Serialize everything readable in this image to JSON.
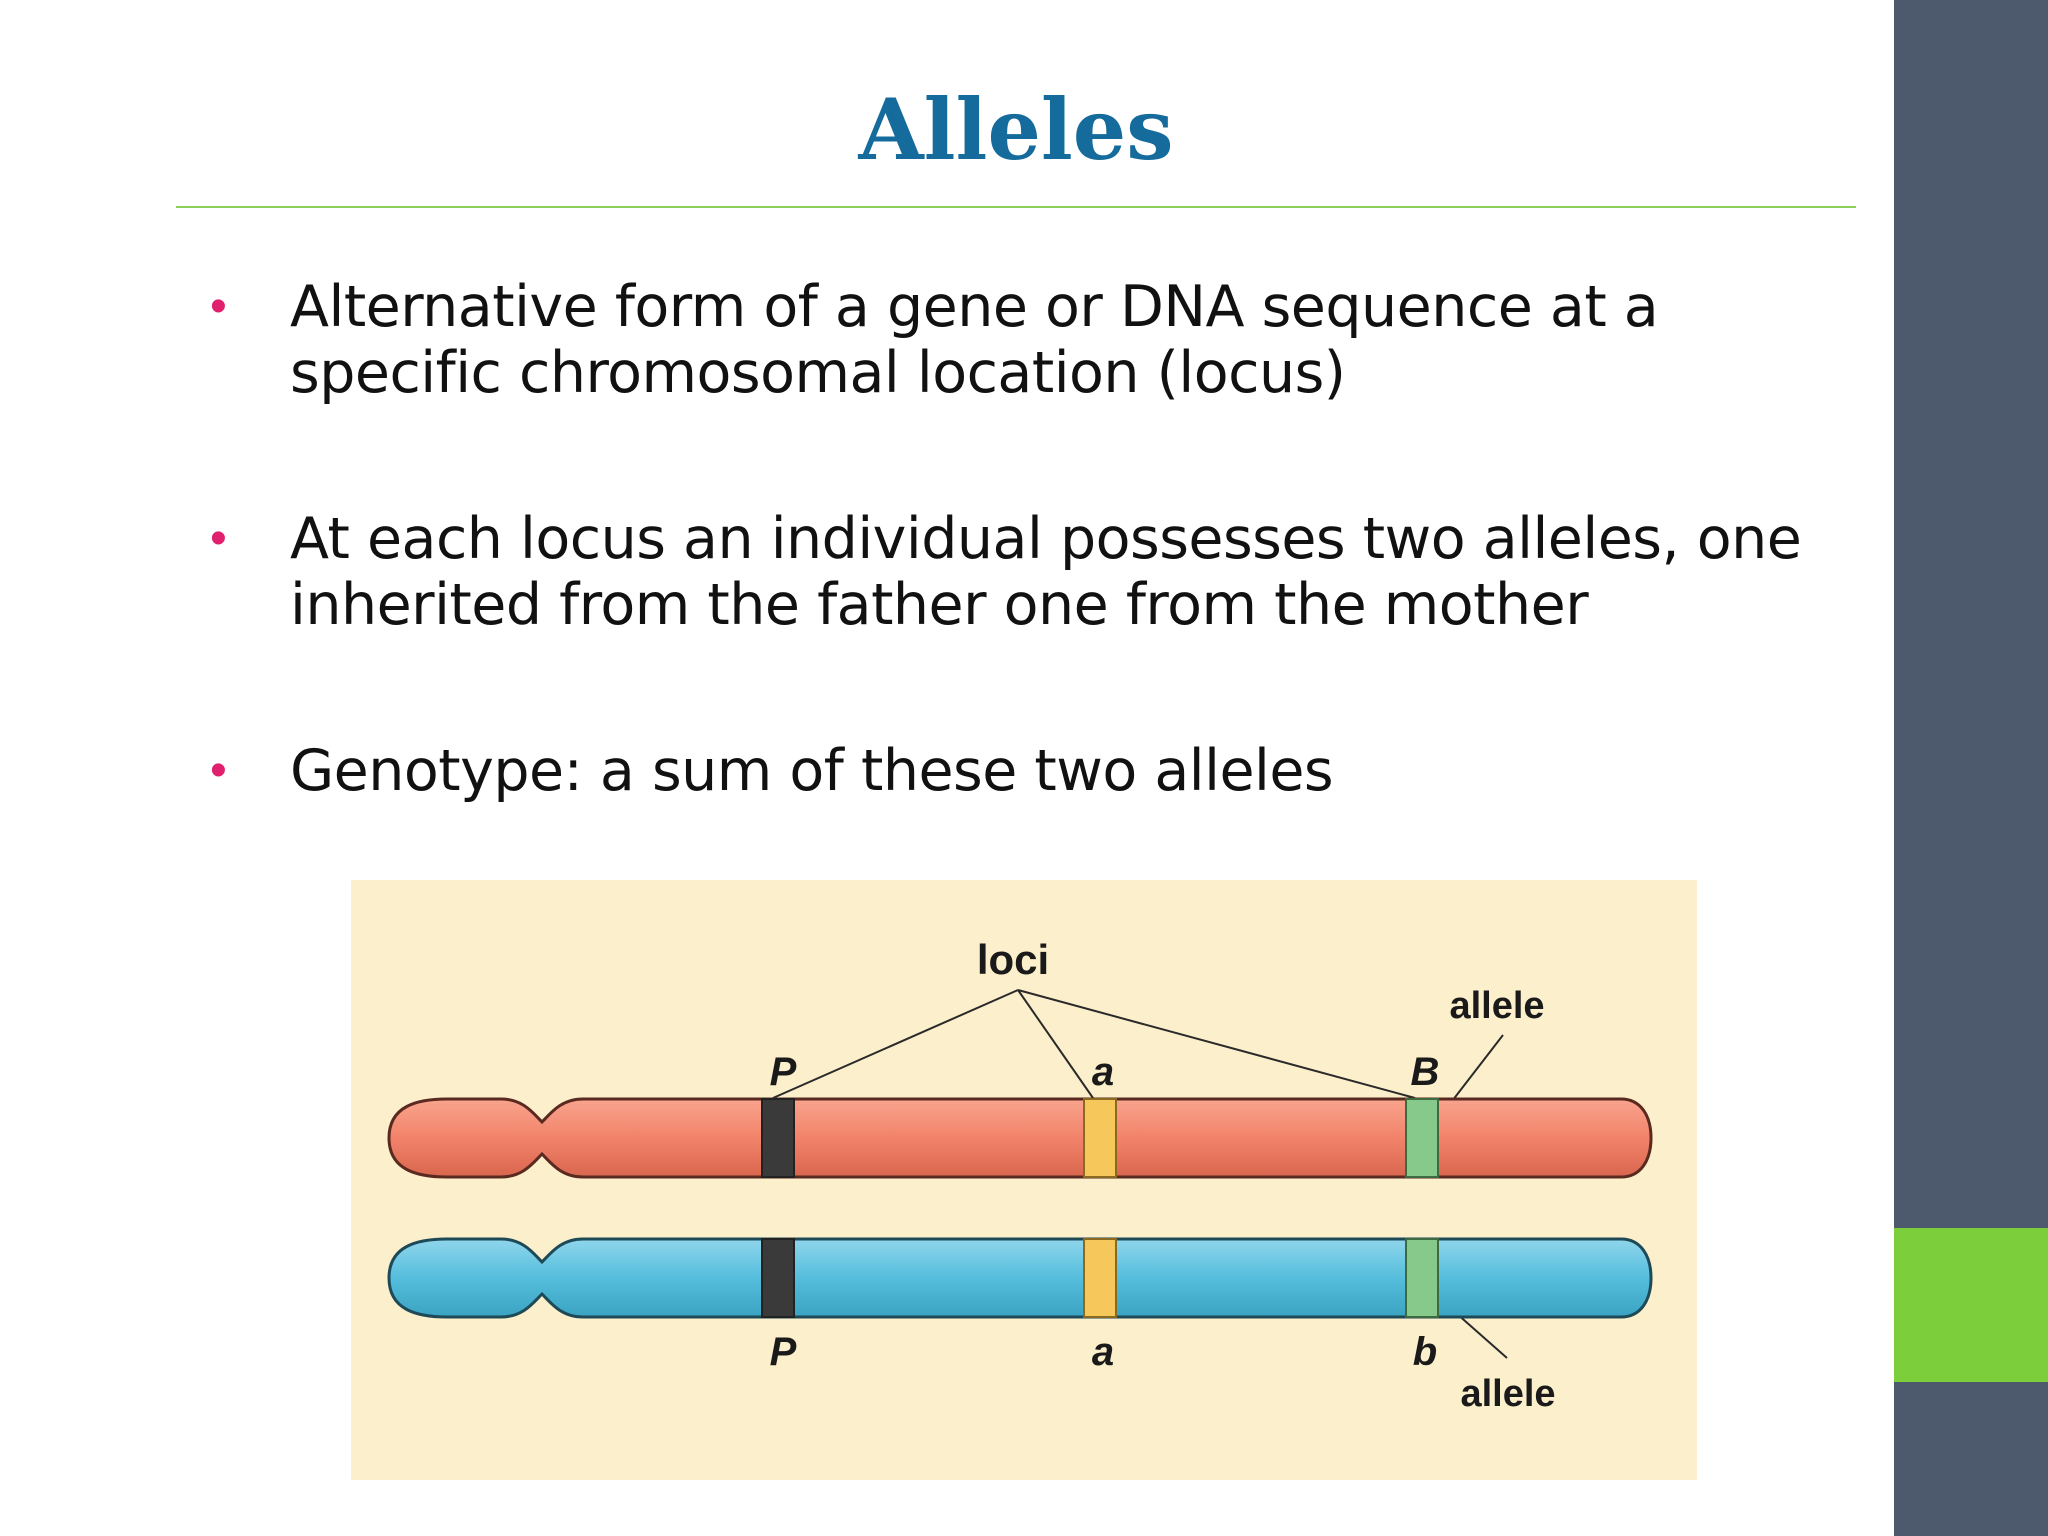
{
  "slide": {
    "title": "Alleles",
    "bullets": [
      {
        "lines": [
          "Alternative form of a gene or DNA sequence at a",
          "specific chromosomal location (locus)"
        ]
      },
      {
        "lines": [
          "At each locus an individual possesses two alleles, one",
          "inherited from the father one from the mother"
        ]
      },
      {
        "lines": [
          "Genotype: a sum of these two alleles"
        ]
      }
    ]
  },
  "colors": {
    "title": "#146b9c",
    "bullet_marker": "#e0206e",
    "rule": "#8ccf5a",
    "sidebar": "#4d5a6d",
    "sidebar_accent": "#7ccf3a",
    "figure_background": "#fcefcb",
    "chromosome_top": "#f2836a",
    "chromosome_bottom": "#55bedc",
    "band_P": "#3a3a3a",
    "band_a": "#f6c75a",
    "band_B": "#86c98a"
  },
  "diagram": {
    "loci_label": "loci",
    "top_allele_label": "allele",
    "bottom_allele_label": "allele",
    "top_markers": [
      "P",
      "a",
      "B"
    ],
    "bottom_markers": [
      "P",
      "a",
      "b"
    ]
  }
}
